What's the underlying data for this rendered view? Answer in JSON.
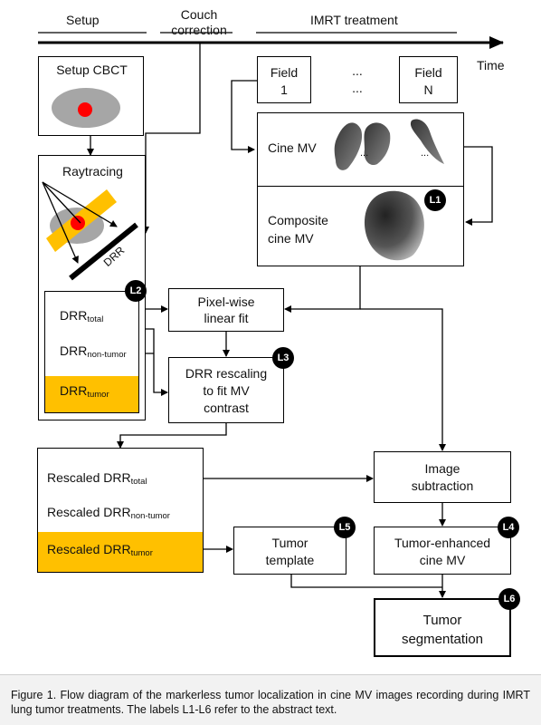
{
  "timeline": {
    "setup": "Setup",
    "couch_correction_line1": "Couch",
    "couch_correction_line2": "correction",
    "imrt_treatment": "IMRT treatment",
    "time": "Time"
  },
  "setup_cbct": {
    "label": "Setup CBCT"
  },
  "raytracing": {
    "title": "Raytracing",
    "drr_label": "DRR"
  },
  "drr_list": {
    "total_main": "DRR",
    "total_sub": "total",
    "nontumor_main": "DRR",
    "nontumor_sub": "non-tumor",
    "tumor_main": "DRR",
    "tumor_sub": "tumor"
  },
  "fields": {
    "field1_line1": "Field",
    "field1_line2": "1",
    "dots_top": "...",
    "dots_bottom": "...",
    "fieldN_line1": "Field",
    "fieldN_line2": "N"
  },
  "cine": {
    "cine_mv": "Cine MV",
    "frame_dots": "...",
    "composite_line1": "Composite",
    "composite_line2": "cine MV"
  },
  "pixel_fit": {
    "line1": "Pixel-wise",
    "line2": "linear fit"
  },
  "drr_rescale": {
    "line1": "DRR rescaling",
    "line2": "to fit MV",
    "line3": "contrast"
  },
  "rescaled": {
    "prefix": "Rescaled DRR",
    "total_sub": "total",
    "nontumor_sub": "non-tumor",
    "tumor_sub": "tumor"
  },
  "image_subtraction": {
    "line1": "Image",
    "line2": "subtraction"
  },
  "tumor_template": {
    "line1": "Tumor",
    "line2": "template"
  },
  "tumor_enhanced": {
    "line1": "Tumor-enhanced",
    "line2": "cine MV"
  },
  "tumor_segmentation": {
    "line1": "Tumor",
    "line2": "segmentation"
  },
  "labels": {
    "l1": "L1",
    "l2": "L2",
    "l3": "L3",
    "l4": "L4",
    "l5": "L5",
    "l6": "L6"
  },
  "caption": "Figure 1. Flow diagram of the markerless tumor localization in cine MV images recording during IMRT lung tumor treatments. The labels L1-L6 refer to the abstract text.",
  "colors": {
    "tumor_highlight": "#ffc000",
    "tumor_red": "#ff0000",
    "body_gray": "#a6a6a6"
  }
}
